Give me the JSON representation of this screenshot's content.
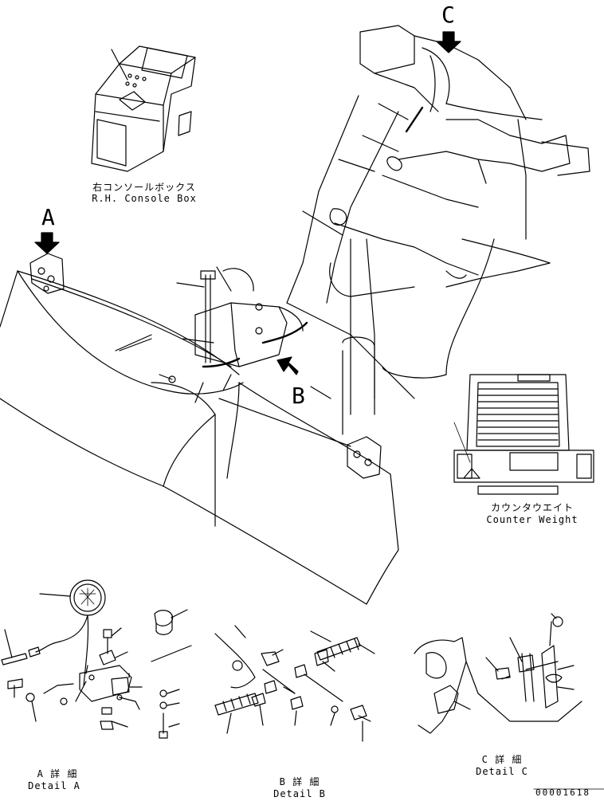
{
  "callouts": {
    "a": "A",
    "b": "B",
    "c": "C"
  },
  "console_box": {
    "label_jp": "右コンソールボックス",
    "label_en": "R.H. Console Box"
  },
  "counter_weight": {
    "label_jp": "カウンタウエイト",
    "label_en": "Counter Weight"
  },
  "details": {
    "a": {
      "label_jp": "A  詳  細",
      "label_en": "Detail A"
    },
    "b": {
      "label_jp": "B  詳  細",
      "label_en": "Detail B"
    },
    "c": {
      "label_jp": "C  詳  細",
      "label_en": "Detail C"
    }
  },
  "drawing_number": "00001618"
}
